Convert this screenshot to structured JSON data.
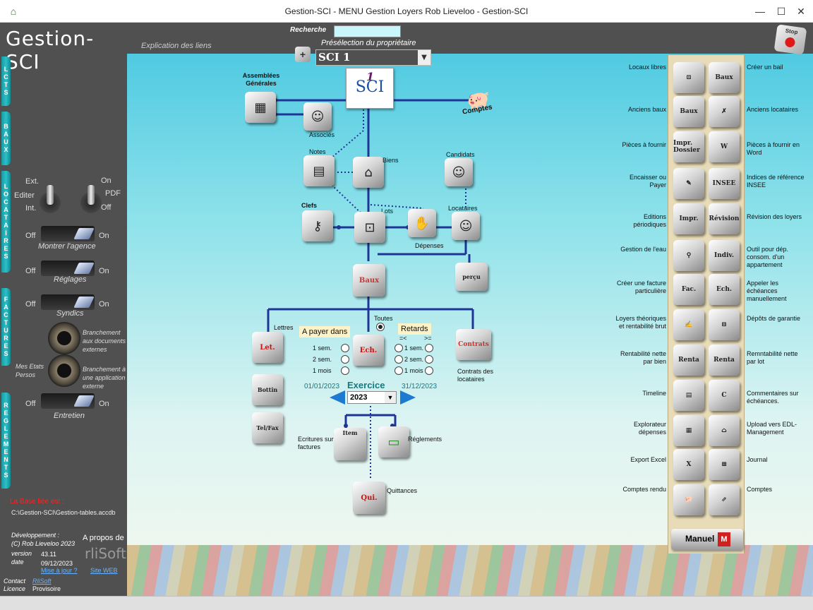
{
  "window": {
    "title": "Gestion-SCI - MENU Gestion Loyers Rob Lieveloo - Gestion-SCI",
    "minimize": "—",
    "maximize": "☐",
    "close": "✕"
  },
  "sidebar": {
    "brand": "Gestion-SCI",
    "tabs": [
      "LCTS",
      "BAUX",
      "LOCATAIRES",
      "FACTURES",
      "REGLEMENTS"
    ],
    "switches": {
      "ext": "Ext.",
      "editer": "Editer",
      "int": "Int.",
      "on": "On",
      "pdf": "PDF",
      "off": "Off"
    },
    "toggles": [
      {
        "off": "Off",
        "on": "On",
        "caption": "Montrer l'agence"
      },
      {
        "off": "Off",
        "on": "On",
        "caption": "Réglages"
      },
      {
        "off": "Off",
        "on": "On",
        "caption": "Syndics"
      },
      {
        "off": "Off",
        "on": "On",
        "caption": "Entretien"
      }
    ],
    "branch_docs": "Branchement aux documents externes",
    "branch_app": "Branchement à une application externe",
    "mes_etats": "Mes Etats Persos",
    "db_label": "La Base liée est :",
    "db_path": "C:\\Gestion-SCI\\Gestion-tables.accdb",
    "dev_label": "Développement :",
    "dev_by": "(C) Rob Lieveloo 2023",
    "version_label": "version",
    "version": "43.11",
    "date_label": "date",
    "date": "09/12/2023",
    "update_link": "Mise à jour ?",
    "about": "A propos de",
    "site_link": "Site WEB",
    "contact_label": "Contact",
    "contact_link": "RliSoft",
    "licence_label": "Licence",
    "licence": "Provisoire",
    "rlisoft_logo": "rliSoft"
  },
  "top": {
    "explication": "Explication des liens",
    "search_label": "Recherche",
    "search_value": "",
    "presel_label": "Présélection du propriétaire",
    "owner": "SCI 1",
    "stop": "Stop"
  },
  "tree": {
    "assemblees": "Assemblées Générales",
    "associes": "Associés",
    "comptes": "Comptes",
    "notes": "Notes",
    "biens": "Biens",
    "candidats": "Candidats",
    "clefs": "Clefs",
    "lots": "Lots",
    "depenses": "Dépenses",
    "locataires": "Locataires",
    "baux": "Baux",
    "percu": "perçu",
    "lettres": "Lettres",
    "let": "Let.",
    "bottin": "Bottin",
    "telfax": "Tel/Fax",
    "a_payer": "A payer dans",
    "toutes": "Toutes",
    "retards": "Retards",
    "lt": "=<",
    "gt": ">=",
    "sem1": "1 sem.",
    "sem2": "2 sem.",
    "mois1": "1 mois",
    "ech": "Ech.",
    "contrats": "Contrats",
    "contrats_label": "Contrats des locataires",
    "date_from": "01/01/2023",
    "exercice": "Exercice",
    "date_to": "31/12/2023",
    "year": "2023",
    "item": "Item",
    "ecritures": "Ecritures sur factures",
    "reglements": "Réglements",
    "quittances": "Quittances",
    "qui": "Qui.",
    "sci_logo": "SCI",
    "sci_logo_num": "1"
  },
  "panel": {
    "left": [
      "Locaux libres",
      "Anciens baux",
      "Pièces à fournir",
      "Encaisser ou Payer",
      "Editions périodiques",
      "Gestion de l'eau",
      "Créer une facture particulière",
      "Loyers théoriques et rentabilité brut",
      "Rentabilité nette par bien",
      "Timeline",
      "Explorateur dépenses",
      "Export Excel",
      "Comptes rendu"
    ],
    "right": [
      "Créer un bail",
      "Anciens locataires",
      "Pièces à fournir en Word",
      "Indices de référence INSEE",
      "Révision des loyers",
      "Outil pour dép. consom. d'un appartement",
      "Appeler les échéances manuellement",
      "Dépôts de garantie",
      "Remntabilité nette par lot",
      "Commentaires sur échéances.",
      "Upload vers EDL-Management",
      "Journal",
      "Comptes"
    ],
    "left_keys": [
      "⊡",
      "Baux",
      "Impr. Dossier",
      "✎",
      "Impr.",
      "⚲",
      "Fac.",
      "✍",
      "Renta",
      "▤",
      "▦",
      "X",
      "🐖"
    ],
    "right_keys": [
      "Baux",
      "✗",
      "W",
      "INSEE",
      "Révision",
      "Indiv.",
      "Ech.",
      "⊟",
      "Renta",
      "C",
      "⌂",
      "⊞",
      "⇗"
    ],
    "manual": "Manuel",
    "manual_icon": "M"
  }
}
